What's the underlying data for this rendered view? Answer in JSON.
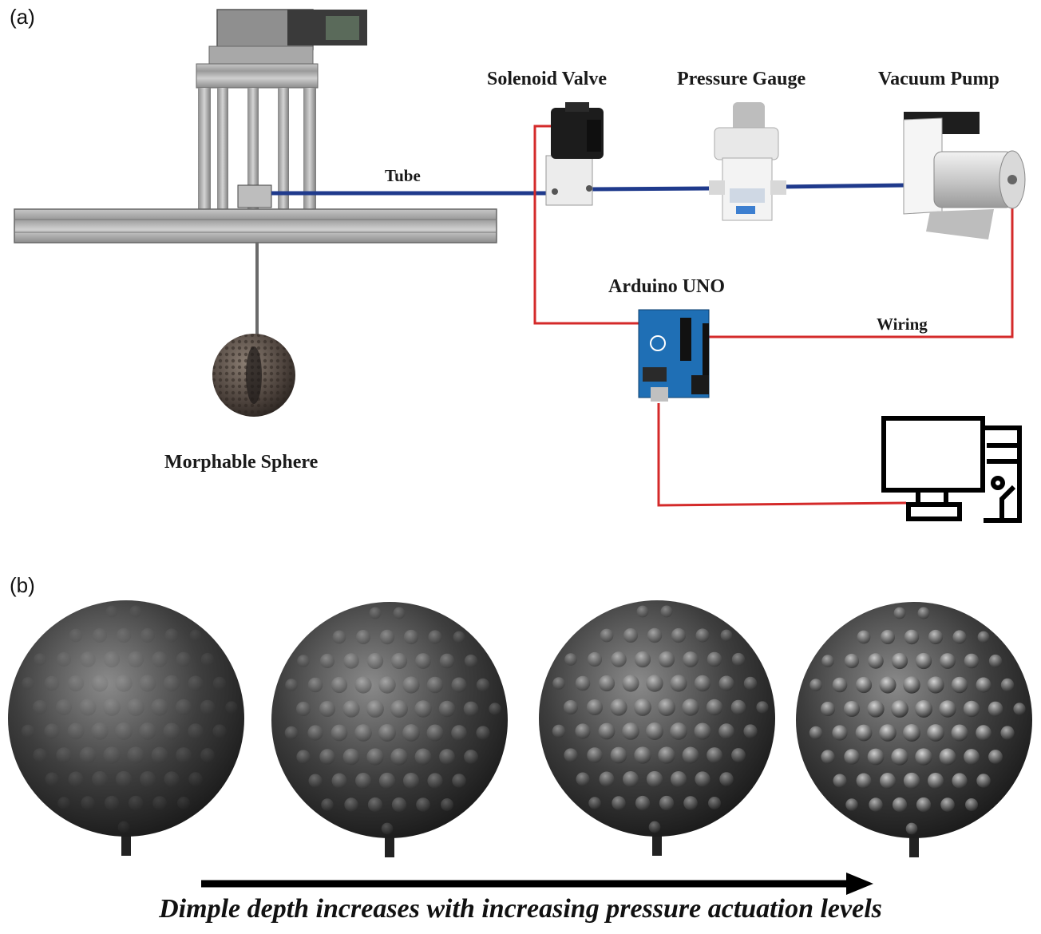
{
  "panel_a": {
    "label": "(a)",
    "components": {
      "solenoid_valve": "Solenoid Valve",
      "pressure_gauge": "Pressure Gauge",
      "vacuum_pump": "Vacuum Pump",
      "arduino": "Arduino UNO",
      "morphable_sphere": "Morphable Sphere"
    },
    "connections": {
      "tube": "Tube",
      "wiring": "Wiring"
    },
    "colors": {
      "tube": "#1f3a8c",
      "wiring": "#d42a2a"
    }
  },
  "panel_b": {
    "label": "(b)",
    "spheres": [
      {
        "dimple_depth": 0.15
      },
      {
        "dimple_depth": 0.45
      },
      {
        "dimple_depth": 0.7
      },
      {
        "dimple_depth": 1.0
      }
    ],
    "caption": "Dimple depth increases with increasing pressure actuation levels"
  }
}
